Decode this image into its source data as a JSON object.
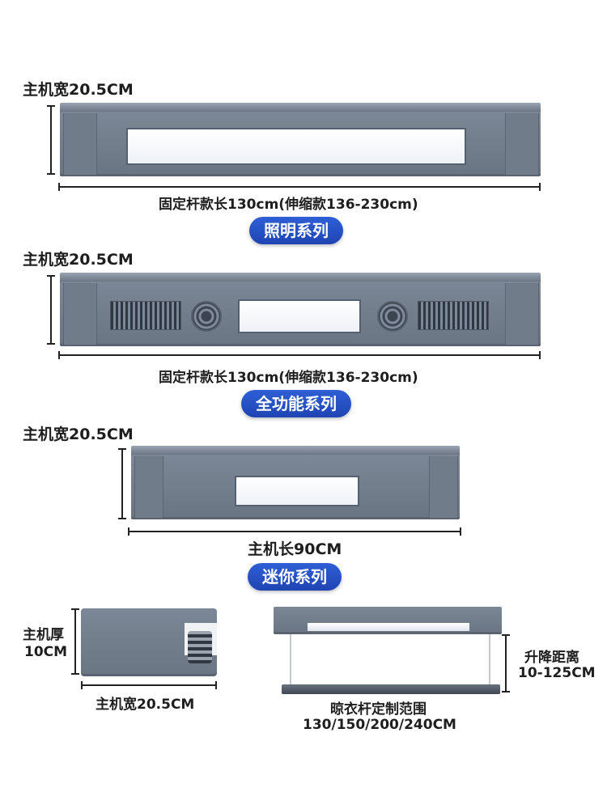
{
  "section1": {
    "width_label": "主机宽20.5CM",
    "length_label": "固定杆款长130cm(伸缩款136-230cm)",
    "series": "照明系列"
  },
  "section2": {
    "width_label": "主机宽20.5CM",
    "length_label": "固定杆款长130cm(伸缩款136-230cm)",
    "series": "全功能系列"
  },
  "section3": {
    "width_label": "主机宽20.5CM",
    "length_label": "主机长90CM",
    "series": "迷你系列"
  },
  "section4": {
    "thickness_label_1": "主机厚",
    "thickness_label_2": "10CM",
    "width_label": "主机宽20.5CM",
    "lift_label_1": "升降距离",
    "lift_label_2": "10-125CM",
    "rod_label_1": "晾衣杆定制范围",
    "rod_label_2": "130/150/200/240CM"
  },
  "colors": {
    "body": "#6f7a88",
    "accent": "#2a52c9",
    "light": "#ffffff"
  }
}
